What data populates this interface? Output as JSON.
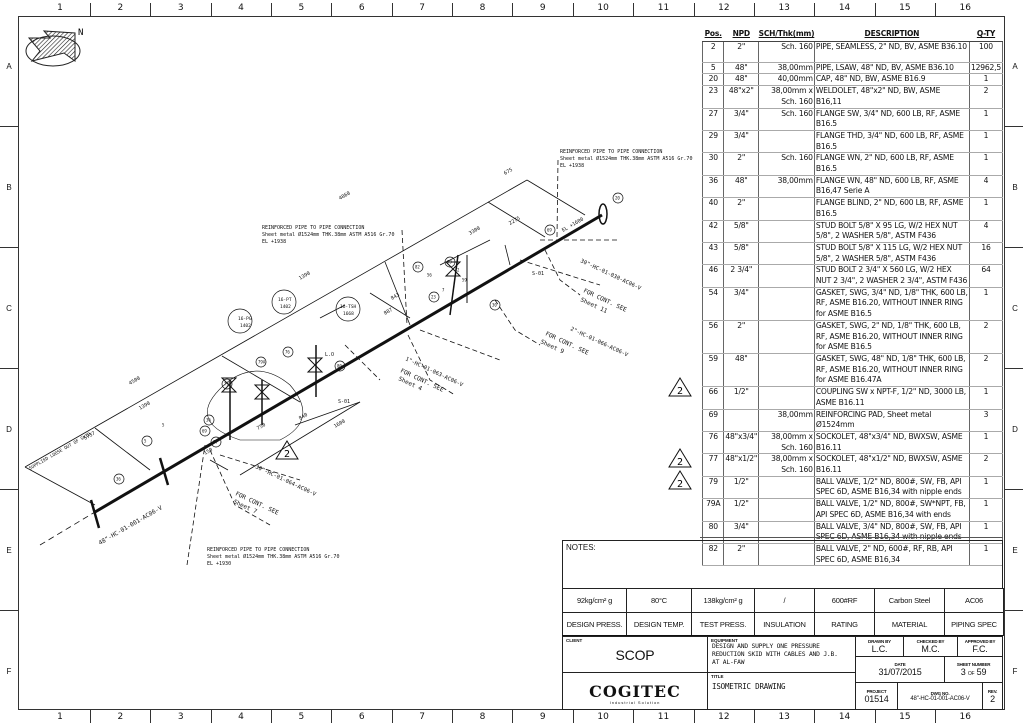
{
  "frame": {
    "columns": [
      "1",
      "2",
      "3",
      "4",
      "5",
      "6",
      "7",
      "8",
      "9",
      "10",
      "11",
      "12",
      "13",
      "14",
      "15",
      "16"
    ],
    "rows": [
      "A",
      "B",
      "C",
      "D",
      "E",
      "F"
    ]
  },
  "north_arrow": {
    "label": "N"
  },
  "bom": {
    "headers": {
      "pos": "Pos.",
      "npd": "NPD",
      "sch": "SCH/Thk(mm)",
      "desc": "DESCRIPTION",
      "qty": "Q-TY"
    },
    "items": [
      {
        "pos": "2",
        "npd": "2\"",
        "sch": "Sch. 160",
        "desc": "PIPE, SEAMLESS, 2\" ND, BV, ASME B36.10",
        "qty": "100"
      },
      {
        "pos": "5",
        "npd": "48\"",
        "sch": "38,00mm",
        "desc": "PIPE, LSAW, 48\" ND, BV, ASME B36.10",
        "qty": "12962,5"
      },
      {
        "pos": "20",
        "npd": "48\"",
        "sch": "40,00mm",
        "desc": "CAP, 48\" ND, BW, ASME B16.9",
        "qty": "1"
      },
      {
        "pos": "23",
        "npd": "48\"x2\"",
        "sch": "38,00mm x Sch. 160",
        "desc": "WELDOLET, 48\"x2\" ND, BW, ASME B16,11",
        "qty": "2"
      },
      {
        "pos": "27",
        "npd": "3/4\"",
        "sch": "Sch. 160",
        "desc": "FLANGE SW, 3/4\" ND, 600 LB, RF, ASME B16.5",
        "qty": "1"
      },
      {
        "pos": "29",
        "npd": "3/4\"",
        "sch": "",
        "desc": "FLANGE THD, 3/4\" ND, 600 LB, RF, ASME B16.5",
        "qty": "1"
      },
      {
        "pos": "30",
        "npd": "2\"",
        "sch": "Sch. 160",
        "desc": "FLANGE WN, 2\" ND, 600 LB, RF, ASME B16.5",
        "qty": "1"
      },
      {
        "pos": "36",
        "npd": "48\"",
        "sch": "38,00mm",
        "desc": "FLANGE WN, 48\" ND, 600 LB, RF, ASME B16,47 Serie A",
        "qty": "4"
      },
      {
        "pos": "40",
        "npd": "2\"",
        "sch": "",
        "desc": "FLANGE BLIND, 2\" ND, 600 LB, RF, ASME B16.5",
        "qty": "1"
      },
      {
        "pos": "42",
        "npd": "5/8\"",
        "sch": "",
        "desc": "STUD BOLT 5/8\" X 95 LG, W/2 HEX NUT 5/8\", 2 WASHER 5/8\", ASTM F436",
        "qty": "4"
      },
      {
        "pos": "43",
        "npd": "5/8\"",
        "sch": "",
        "desc": "STUD BOLT 5/8\" X 115 LG, W/2 HEX NUT 5/8\", 2 WASHER 5/8\", ASTM F436",
        "qty": "16"
      },
      {
        "pos": "46",
        "npd": "2 3/4\"",
        "sch": "",
        "desc": "STUD BOLT 2 3/4\" X 560 LG, W/2 HEX NUT 2 3/4\", 2 WASHER 2 3/4\", ASTM F436",
        "qty": "64"
      },
      {
        "pos": "54",
        "npd": "3/4\"",
        "sch": "",
        "desc": "GASKET, SWG, 3/4\" ND, 1/8\" THK, 600 LB, RF, ASME B16.20, WITHOUT INNER RING for ASME B16.5",
        "qty": "1"
      },
      {
        "pos": "56",
        "npd": "2\"",
        "sch": "",
        "desc": "GASKET, SWG, 2\" ND, 1/8\" THK, 600 LB, RF, ASME B16.20, WITHOUT INNER RING for ASME B16.5",
        "qty": "2"
      },
      {
        "pos": "59",
        "npd": "48\"",
        "sch": "",
        "desc": "GASKET, SWG, 48\" ND, 1/8\" THK, 600 LB, RF, ASME B16.20, WITHOUT INNER RING for ASME B16.47A",
        "qty": "2"
      },
      {
        "pos": "66",
        "npd": "1/2\"",
        "sch": "",
        "desc": "COUPLING SW x NPT-F, 1/2\" ND, 3000 LB, ASME B16.11",
        "qty": "1"
      },
      {
        "pos": "69",
        "npd": "",
        "sch": "38,00mm",
        "desc": "REINFORCING PAD, Sheet metal Ø1524mm",
        "qty": "3"
      },
      {
        "pos": "76",
        "npd": "48\"x3/4\"",
        "sch": "38,00mm x Sch. 160",
        "desc": "SOCKOLET, 48\"x3/4\" ND, BWXSW, ASME B16.11",
        "qty": "1"
      },
      {
        "pos": "77",
        "npd": "48\"x1/2\"",
        "sch": "38,00mm x Sch. 160",
        "desc": "SOCKOLET, 48\"x1/2\" ND, BWXSW, ASME B16.11",
        "qty": "2"
      },
      {
        "pos": "79",
        "npd": "1/2\"",
        "sch": "",
        "desc": "BALL VALVE, 1/2\" ND, 800#, SW, FB, API SPEC 6D, ASME B16,34 with nipple ends",
        "qty": "1"
      },
      {
        "pos": "79A",
        "npd": "1/2\"",
        "sch": "",
        "desc": "BALL VALVE, 1/2\" ND, 800#, SW*NPT, FB, API SPEC 6D, ASME B16,34 with ends",
        "qty": "1"
      },
      {
        "pos": "80",
        "npd": "3/4\"",
        "sch": "",
        "desc": "BALL VALVE, 3/4\" ND, 800#, SW, FB, API SPEC 6D, ASME B16,34 with nipple ends",
        "qty": "1"
      },
      {
        "pos": "82",
        "npd": "2\"",
        "sch": "",
        "desc": "BALL VALVE, 2\" ND, 600#, RF, RB, API SPEC 6D, ASME B16,34",
        "qty": "1"
      }
    ]
  },
  "revision_marks": [
    "2",
    "2",
    "2",
    "2"
  ],
  "notes": {
    "label": "NOTES:"
  },
  "design_conditions": [
    {
      "value": "92kg/cm² g",
      "label": "DESIGN PRESS."
    },
    {
      "value": "80°C",
      "label": "DESIGN TEMP."
    },
    {
      "value": "138kg/cm² g",
      "label": "TEST PRESS."
    },
    {
      "value": "/",
      "label": "INSULATION"
    },
    {
      "value": "600#RF",
      "label": "RATING"
    },
    {
      "value": "Carbon Steel",
      "label": "MATERIAL"
    },
    {
      "value": "AC06",
      "label": "PIPING SPEC"
    }
  ],
  "title_block": {
    "client_label": "CLIENT",
    "client": "SCOP",
    "logo_text": "COGITEC",
    "logo_sub": "Industrial Solution",
    "equipment_label": "EQUIPMENT",
    "equipment": "DESIGN AND SUPPLY ONE PRESSURE REDUCTION SKID WITH CABLES AND J.B. AT AL-FAW",
    "title_label": "TITLE",
    "title": "ISOMETRIC DRAWING",
    "drawn_label": "DRAWN BY",
    "drawn": "L.C.",
    "checked_label": "CHECKED BY",
    "checked": "M.C.",
    "approved_label": "APPROVED BY",
    "approved": "F.C.",
    "date_label": "DATE",
    "date": "31/07/2015",
    "sheet_label": "SHEET NUMBER",
    "sheet": "3",
    "sheet_of": "OF",
    "sheet_total": "59",
    "project_label": "PROJECT",
    "project": "01514",
    "dwg_label": "DWG NO.",
    "dwg": "48\"-HC-01-001-AC06-V",
    "rev_label": "REV.",
    "rev": "2"
  },
  "drawing": {
    "reinf_title": "REINFORCED PIPE TO PIPE CONNECTION",
    "reinf_detail": "Sheet metal Ø1524mm THK.38mm ASTM A516 Gr.70",
    "el_1938": "EL +1938",
    "el_1930": "EL +1930",
    "el_1600": "EL +1600",
    "line_main": "48\"-HC-01-001-AC06-V",
    "line_30a": "30\"-HC-01-030-AC06-V",
    "line_2": "2\"-HC-01-066-AC06-V",
    "line_1": "1\"-HC-01-063-AC06-V",
    "line_30b": "30\"-HC-01-064-AC06-V",
    "for_cont": "FOR CONT. SEE",
    "sheet_11": "Sheet 11",
    "sheet_9": "Sheet 9",
    "sheet_4": "Sheet 4",
    "sheet_7": "Sheet 7",
    "support": "S-01",
    "supplied_loose": "SUPPLIED LOOSE OUT OF SKID",
    "inst_pg": "16-PG",
    "inst_pg_no": "1402",
    "inst_pt": "16-PT",
    "inst_pt_no": "1402",
    "inst_tsh": "16-TSH",
    "inst_tsh_no": "1668",
    "lo": "L.O",
    "dims": [
      "4860",
      "4500",
      "1390",
      "1390",
      "3300",
      "2275",
      "675",
      "750",
      "840",
      "1600",
      "150",
      "5737",
      "843",
      "887"
    ],
    "callouts": [
      "20",
      "69",
      "36",
      "5",
      "5",
      "36",
      "69",
      "77",
      "79",
      "79A",
      "76",
      "80",
      "79",
      "23",
      "82",
      "30",
      "56",
      "7",
      "2",
      "59"
    ]
  }
}
